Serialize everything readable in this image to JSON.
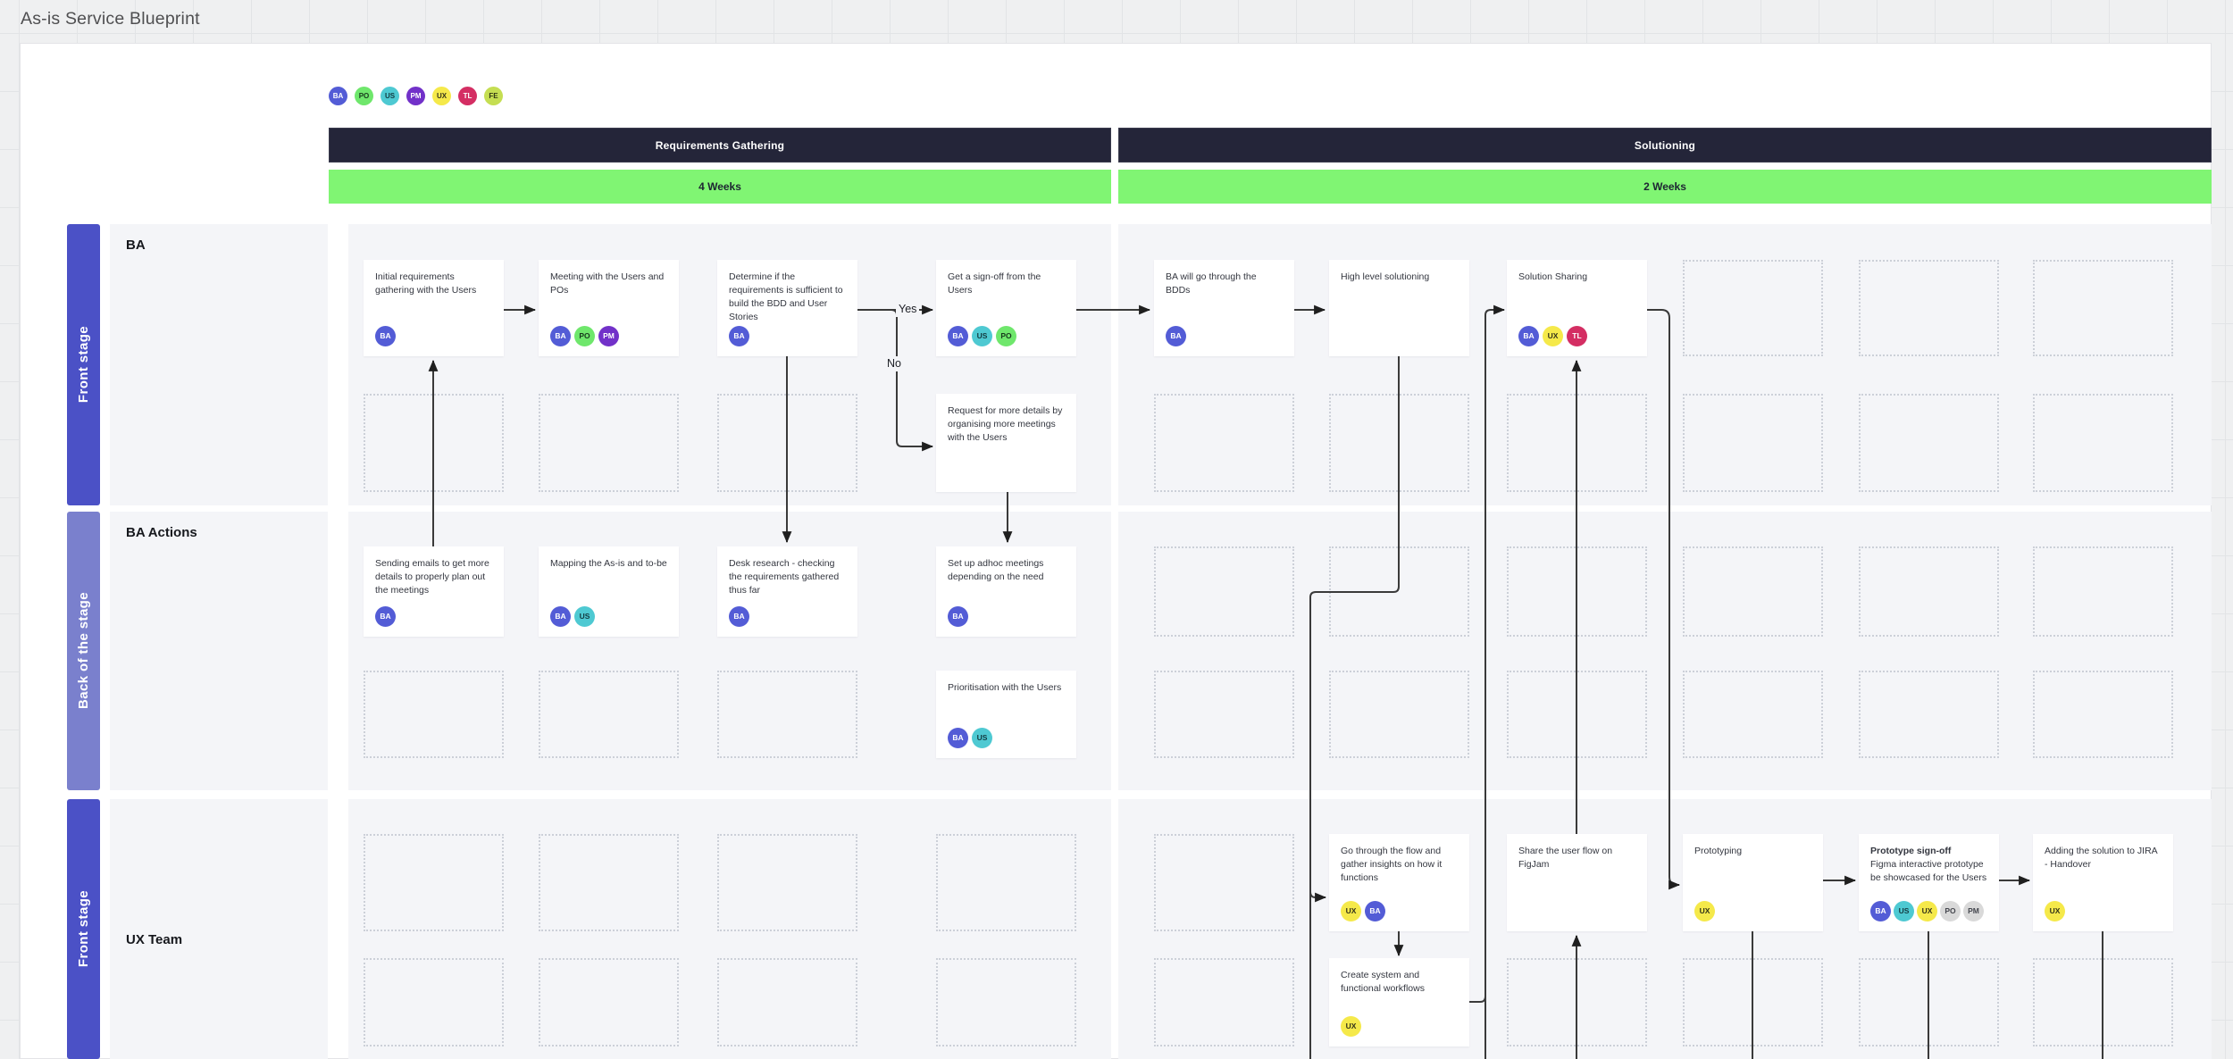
{
  "title": "As-is Service Blueprint",
  "colors": {
    "phase_bar": "#242539",
    "week_bar": "#80f573",
    "lane_front": "#4b51c6",
    "lane_back": "#7a80cd",
    "lane_bg": "#f4f5f8",
    "connector": "#3a3a3a",
    "canvas": "#ffffff",
    "grid_bg": "#eff0f1"
  },
  "roles": {
    "BA": {
      "bg": "#535cd6",
      "fg": "#ffffff"
    },
    "PO": {
      "bg": "#6fe76c",
      "fg": "#173a1c"
    },
    "US": {
      "bg": "#4ec9d2",
      "fg": "#133a40"
    },
    "PM": {
      "bg": "#7231c9",
      "fg": "#ffffff"
    },
    "UX": {
      "bg": "#f5e94a",
      "fg": "#33331a"
    },
    "TL": {
      "bg": "#d42e63",
      "fg": "#ffffff"
    },
    "FE": {
      "bg": "#c5de52",
      "fg": "#2f3513"
    },
    "muted": {
      "bg": "#d9d9d9",
      "fg": "#45474e"
    }
  },
  "legend_order": [
    "BA",
    "PO",
    "US",
    "PM",
    "UX",
    "TL",
    "FE"
  ],
  "phases": [
    {
      "name": "Requirements Gathering",
      "duration": "4 Weeks"
    },
    {
      "name": "Solutioning",
      "duration": "2 Weeks"
    }
  ],
  "lanes": [
    {
      "stage": "Front stage",
      "label": "BA"
    },
    {
      "stage": "Back of the stage",
      "label": "BA Actions"
    },
    {
      "stage": "Front stage",
      "label": "UX Team"
    }
  ],
  "decision": {
    "yes": "Yes",
    "no": "No"
  },
  "cards": [
    {
      "id": "a1",
      "row": "A",
      "col": 1,
      "text": "Initial requirements gathering with the Users",
      "chips": [
        {
          "role": "BA"
        }
      ]
    },
    {
      "id": "a2",
      "row": "A",
      "col": 2,
      "text": "Meeting with the Users and POs",
      "chips": [
        {
          "role": "BA"
        },
        {
          "role": "PO"
        },
        {
          "role": "PM"
        }
      ]
    },
    {
      "id": "a3",
      "row": "A",
      "col": 3,
      "text": "Determine if the requirements is sufficient to build the BDD and User Stories",
      "chips": [
        {
          "role": "BA"
        }
      ]
    },
    {
      "id": "a4",
      "row": "A",
      "col": 4,
      "text": "Get a sign-off from the Users",
      "chips": [
        {
          "role": "BA"
        },
        {
          "role": "US"
        },
        {
          "role": "PO"
        }
      ]
    },
    {
      "id": "a5",
      "row": "A",
      "col": 5,
      "text": "BA will go through the BDDs",
      "chips": [
        {
          "role": "BA"
        }
      ]
    },
    {
      "id": "a6",
      "row": "A",
      "col": 6,
      "text": "High level solutioning",
      "chips": []
    },
    {
      "id": "a7",
      "row": "A",
      "col": 7,
      "text": "Solution Sharing",
      "chips": [
        {
          "role": "BA"
        },
        {
          "role": "UX"
        },
        {
          "role": "TL"
        }
      ]
    },
    {
      "id": "b4",
      "row": "B",
      "col": 4,
      "text": "Request for more details by organising more meetings with the Users",
      "chips": []
    },
    {
      "id": "c1",
      "row": "C",
      "col": 1,
      "text": "Sending emails to get more details to properly plan out the meetings",
      "chips": [
        {
          "role": "BA"
        }
      ]
    },
    {
      "id": "c2",
      "row": "C",
      "col": 2,
      "text": "Mapping the As-is and to-be",
      "chips": [
        {
          "role": "BA"
        },
        {
          "role": "US"
        }
      ]
    },
    {
      "id": "c3",
      "row": "C",
      "col": 3,
      "text": "Desk research - checking the requirements gathered thus far",
      "chips": [
        {
          "role": "BA"
        }
      ]
    },
    {
      "id": "c4",
      "row": "C",
      "col": 4,
      "text": "Set up adhoc meetings depending on the need",
      "chips": [
        {
          "role": "BA"
        }
      ]
    },
    {
      "id": "d4",
      "row": "D",
      "col": 4,
      "text": "Prioritisation with the Users",
      "chips": [
        {
          "role": "BA"
        },
        {
          "role": "US"
        }
      ]
    },
    {
      "id": "e6",
      "row": "E",
      "col": 6,
      "text": "Go through the flow and gather insights on how it functions",
      "chips": [
        {
          "role": "UX"
        },
        {
          "role": "BA"
        }
      ]
    },
    {
      "id": "e7",
      "row": "E",
      "col": 7,
      "text": "Share the user flow on FigJam",
      "chips": []
    },
    {
      "id": "e8",
      "row": "E",
      "col": 8,
      "text": "Prototyping",
      "chips": [
        {
          "role": "UX"
        }
      ]
    },
    {
      "id": "e9",
      "row": "E",
      "col": 9,
      "title": "Prototype sign-off",
      "text": "Figma interactive prototype be showcased for the Users",
      "chips": [
        {
          "role": "BA"
        },
        {
          "role": "US"
        },
        {
          "role": "UX"
        },
        {
          "role": "PO",
          "muted": true
        },
        {
          "role": "PM",
          "muted": true
        }
      ]
    },
    {
      "id": "e10",
      "row": "E",
      "col": 10,
      "text": "Adding the solution to JIRA - Handover",
      "chips": [
        {
          "role": "UX"
        }
      ]
    },
    {
      "id": "f6",
      "row": "F",
      "col": 6,
      "text": "Create system and functional workflows",
      "chips": [
        {
          "role": "UX"
        }
      ]
    }
  ],
  "placeholders": {
    "A": [
      8,
      9,
      10
    ],
    "B": [
      1,
      2,
      3,
      5,
      6,
      7,
      8,
      9,
      10
    ],
    "C": [
      5,
      6,
      7,
      8,
      9,
      10
    ],
    "D": [
      1,
      2,
      3,
      5,
      6,
      7,
      8,
      9,
      10
    ],
    "E": [
      1,
      2,
      3,
      4,
      5
    ],
    "F": [
      1,
      2,
      3,
      4,
      5,
      7,
      8,
      9,
      10
    ]
  },
  "flows": [
    {
      "from": "a1",
      "to": "a2"
    },
    {
      "from": "a3",
      "to": "a4",
      "label": "Yes"
    },
    {
      "from": "a3",
      "to": "b4",
      "label": "No"
    },
    {
      "from": "a4",
      "to": "a5"
    },
    {
      "from": "a5",
      "to": "a6"
    },
    {
      "from": "c1",
      "to": "a1"
    },
    {
      "from": "a3",
      "to": "c3"
    },
    {
      "from": "b4",
      "to": "c4"
    },
    {
      "from": "a6",
      "to": "e6"
    },
    {
      "from": "e6",
      "to": "f6"
    },
    {
      "from": "f6",
      "to": "a7"
    },
    {
      "from": "e7",
      "to": "a7"
    },
    {
      "from": "offscreen-bottom",
      "to": "e7"
    },
    {
      "from": "a7",
      "to": "e8"
    },
    {
      "from": "e8",
      "to": "e9"
    },
    {
      "from": "e9",
      "to": "e10"
    },
    {
      "from": "e8",
      "to": "offscreen-bottom"
    },
    {
      "from": "e9",
      "to": "offscreen-bottom"
    },
    {
      "from": "e10",
      "to": "offscreen-bottom"
    }
  ]
}
